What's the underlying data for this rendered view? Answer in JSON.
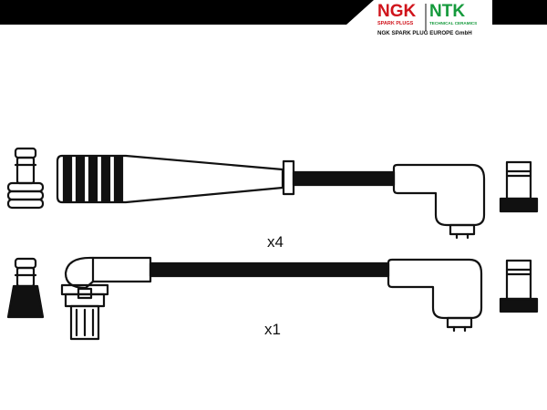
{
  "brand": {
    "logo_ngk": "NGK",
    "logo_ntk": "NTK",
    "sub_ngk": "SPARK PLUGS",
    "sub_ntk": "TECHNICAL CERAMICS",
    "company": "NGK SPARK PLUG EUROPE GmbH"
  },
  "colors": {
    "ngk_red": "#d0141c",
    "ntk_green": "#159a3c",
    "ink": "#111111"
  },
  "leads": [
    {
      "quantity": "x4"
    },
    {
      "quantity": "x1"
    }
  ]
}
